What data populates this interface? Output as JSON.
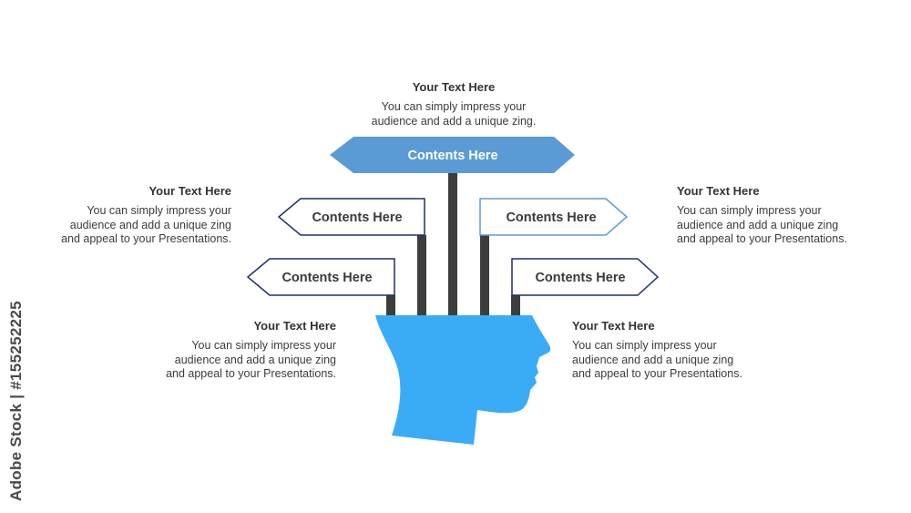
{
  "top": {
    "title": "Your Text Here",
    "body_lines": [
      "You can simply impress your",
      "audience and add a unique zing."
    ]
  },
  "upper_left": {
    "title": "Your Text Here",
    "body_lines": [
      "You can simply impress your",
      "audience and add a unique zing",
      "and appeal to your Presentations."
    ]
  },
  "upper_right": {
    "title": "Your Text Here",
    "body_lines": [
      "You can simply impress your",
      "audience and add a unique zing",
      "and appeal to your Presentations."
    ]
  },
  "lower_left": {
    "title": "Your Text Here",
    "body_lines": [
      "You can simply impress your",
      "audience and add a unique zing",
      "and appeal to your Presentations."
    ]
  },
  "lower_right": {
    "title": "Your Text Here",
    "body_lines": [
      "You can simply impress your",
      "audience and add a unique zing",
      "and appeal to your Presentations."
    ]
  },
  "signs": {
    "top": "Contents Here",
    "upper_left": "Contents Here",
    "upper_right": "Contents Here",
    "lower_left": "Contents Here",
    "lower_right": "Contents Here"
  },
  "watermark": "Adobe Stock | #155252225",
  "colors": {
    "head": "#3aabf7",
    "sign_fill": "#5b9bd5",
    "pole": "#3d3d3d",
    "dark_border": "#1f2f6e",
    "light_border": "#5b9bd5"
  }
}
